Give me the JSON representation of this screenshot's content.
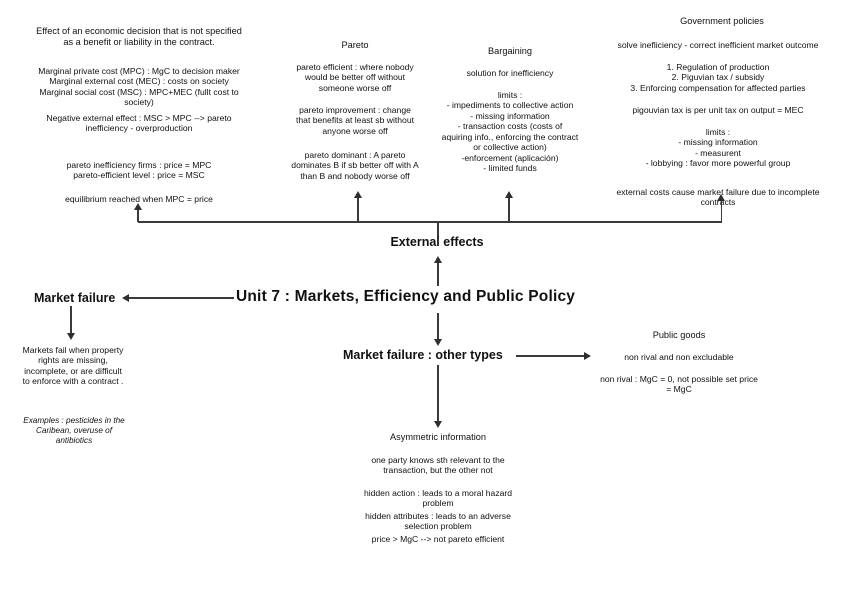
{
  "diagram": {
    "title": "Unit 7 : Markets, Efficiency and Public Policy",
    "nodes": {
      "external_effects": "External effects",
      "market_failure": "Market failure",
      "market_failure_other": "Market failure : other types",
      "asymmetric_information": "Asymmetric information"
    },
    "branches": {
      "externality_definition": {
        "heading": "Effect of an economic decision that is not specified\nas a benefit or liability in the contract.",
        "blocks": [
          "Marginal private cost (MPC) : MgC to decision maker\nMarginal external cost (MEC) : costs on society\nMarginal social cost (MSC) : MPC+MEC (fullt cost to\nsociety)",
          "Negative external effect : MSC > MPC --> pareto\ninefficiency - overproduction",
          "pareto inefficiency firms : price = MPC\npareto-efficient level : price = MSC",
          "equilibrium reached when MPC = price"
        ]
      },
      "pareto": {
        "heading": "Pareto",
        "blocks": [
          "pareto efficient : where nobody\nwould be better off without\nsomeone worse off",
          "pareto improvement : change\nthat benefits at least sb without\nanyone worse off",
          "pareto dominant : A pareto\ndominates B if sb better off with A\nthan B and nobody worse off"
        ]
      },
      "bargaining": {
        "heading": "Bargaining",
        "blocks": [
          "solution for inefficiency",
          "limits :\n- impediments to collective action\n- missing information\n- transaction costs (costs of\naquiring info., enforcing the contract\nor collective action)\n-enforcement (aplicación)\n- limited funds"
        ]
      },
      "government_policies": {
        "heading": "Government policies",
        "blocks": [
          "solve inefliciency - correct inefficient market outcome",
          "1. Regulation of production\n2. Piguvian tax / subsidy\n3. Enforcing compensation for affected parties",
          "pigouvian tax is per unit tax on output = MEC",
          "limits :\n- missing information\n- measurent\n- lobbying : favor more powerful group",
          "external costs cause market failure due to incomplete\ncontracts"
        ]
      },
      "market_failure_detail": {
        "blocks": [
          "Markets fail when property\nrights are missing,\nincomplete, or are difficult\nto enforce with a contract ."
        ],
        "example": "Examples : pesticides in the\nCaribean, overuse of\nantibiotics"
      },
      "public_goods": {
        "heading": "Public goods",
        "blocks": [
          "non rival and non excludable",
          "non rival : MgC = 0, not possible set price\n= MgC"
        ]
      },
      "asymmetric_information_detail": {
        "blocks": [
          "one party knows sth relevant to the\ntransaction, but the other not",
          "hidden action : leads to a moral hazard\nproblem",
          "hidden attributes : leads to an adverse\nselection problem",
          "price > MgC --> not pareto efficient"
        ]
      }
    },
    "colors": {
      "text": "#111111",
      "connector": "#3a3a3a",
      "background": "#ffffff"
    }
  }
}
